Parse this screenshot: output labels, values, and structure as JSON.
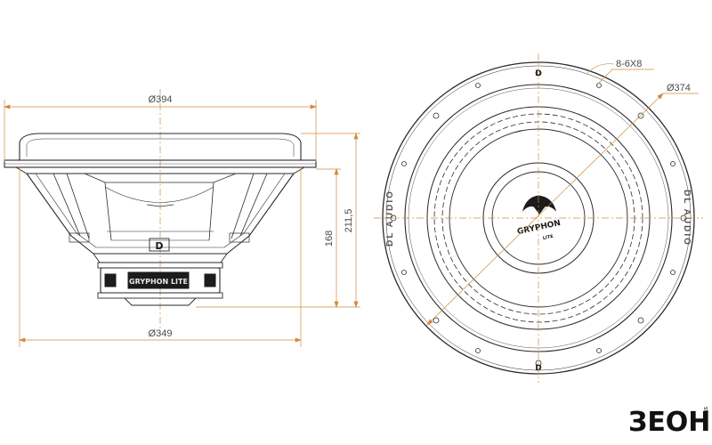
{
  "dimensions": {
    "frame_diameter": "Ø394",
    "mount_diameter": "Ø349",
    "total_depth": "211,5",
    "mount_depth": "168",
    "cone_diameter": "Ø374",
    "mount_holes": "8-6X8"
  },
  "labels": {
    "magnet_badge": "GRYPHON LITE",
    "brand_ring_left": "DL AUDIO",
    "brand_ring_right": "DL AUDIO",
    "dustcap_logo_top": "GRYPHON",
    "dustcap_logo_bottom": "LITE",
    "frame_logo": "D"
  },
  "watermark": "ЗЕОН",
  "watermark_small": "store",
  "colors": {
    "dimension_line": "#d38a3c",
    "outline": "#2b2b2b",
    "text": "#4a4a4a"
  }
}
